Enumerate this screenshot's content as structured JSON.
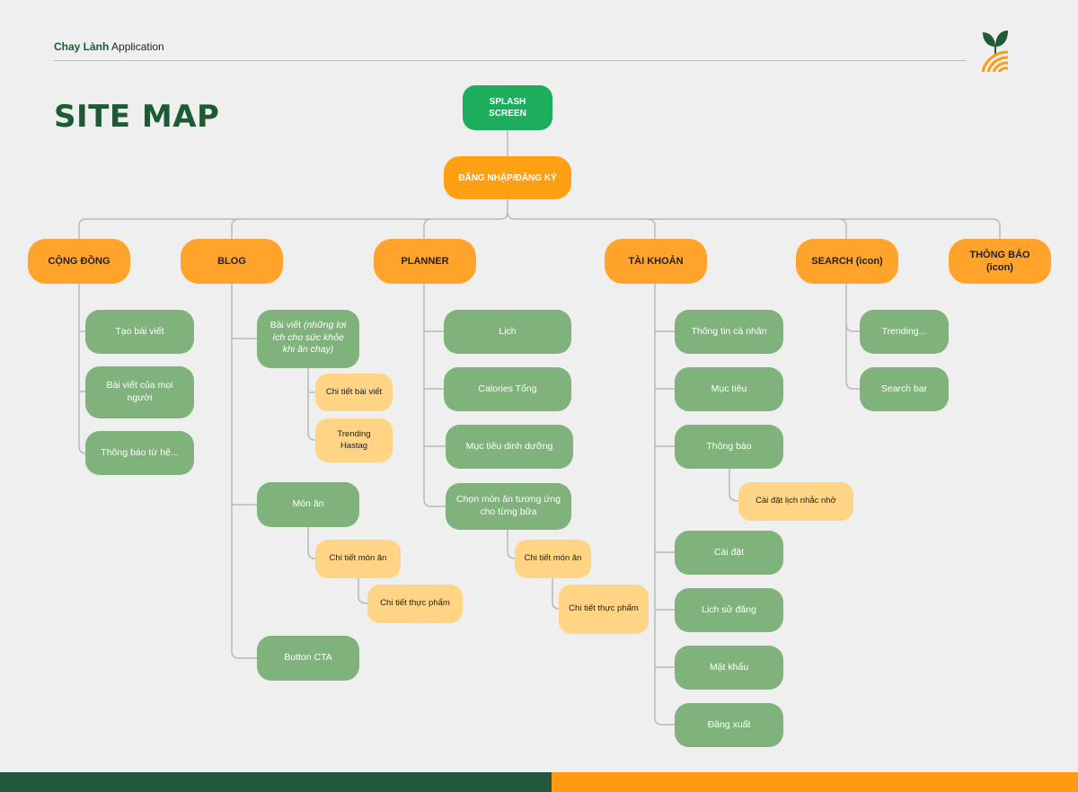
{
  "header": {
    "brand_bold": "Chay Lành",
    "brand_rest": " Application"
  },
  "title": "SITE MAP",
  "root": "SPLASH SCREEN",
  "login": "ĐĂNG NHẬP/ĐĂNG KÝ",
  "sections": {
    "cong_dong": {
      "label": "CỘNG ĐỒNG",
      "items": [
        "Tạo bài viết",
        "Bài viết của mọi người",
        "Thông báo từ hệ..."
      ]
    },
    "blog": {
      "label": "BLOG",
      "post": {
        "prefix": "Bài viết ",
        "note": "(những lợi ích cho sức khỏe khi ăn chay)"
      },
      "post_children": [
        "Chi tiết bài viết",
        "Trending Hastag"
      ],
      "dish": "Món ăn",
      "dish_detail": "Chi tiết món ăn",
      "food_detail": "Chi tiết thực phẩm",
      "cta": "Button CTA"
    },
    "planner": {
      "label": "PLANNER",
      "items": [
        "Lịch",
        "Calories Tổng",
        "Mục tiêu dinh dưỡng",
        "Chọn món ăn tương ứng cho từng bữa"
      ],
      "dish_detail": "Chi tiết món ăn",
      "food_detail": "Chi tiết thực phẩm"
    },
    "tai_khoan": {
      "label": "TÀI KHOẢN",
      "items": [
        "Thông tin cá nhân",
        "Mục tiêu",
        "Thông báo",
        "Cài đặt",
        "Lịch sử đăng",
        "Mật khẩu",
        "Đăng xuất"
      ],
      "notify_child": "Cài đặt lịch nhắc nhở"
    },
    "search": {
      "label": "SEARCH (icon)",
      "items": [
        "Trending...",
        "Search bar"
      ]
    },
    "thong_bao": {
      "label": "THÔNG BÁO (icon)"
    }
  },
  "colors": {
    "dark_green": "#1e5a34",
    "green_node": "#80b27c",
    "orange": "#ffa32a",
    "yellow": "#ffd485",
    "root_green": "#1cae5c"
  }
}
